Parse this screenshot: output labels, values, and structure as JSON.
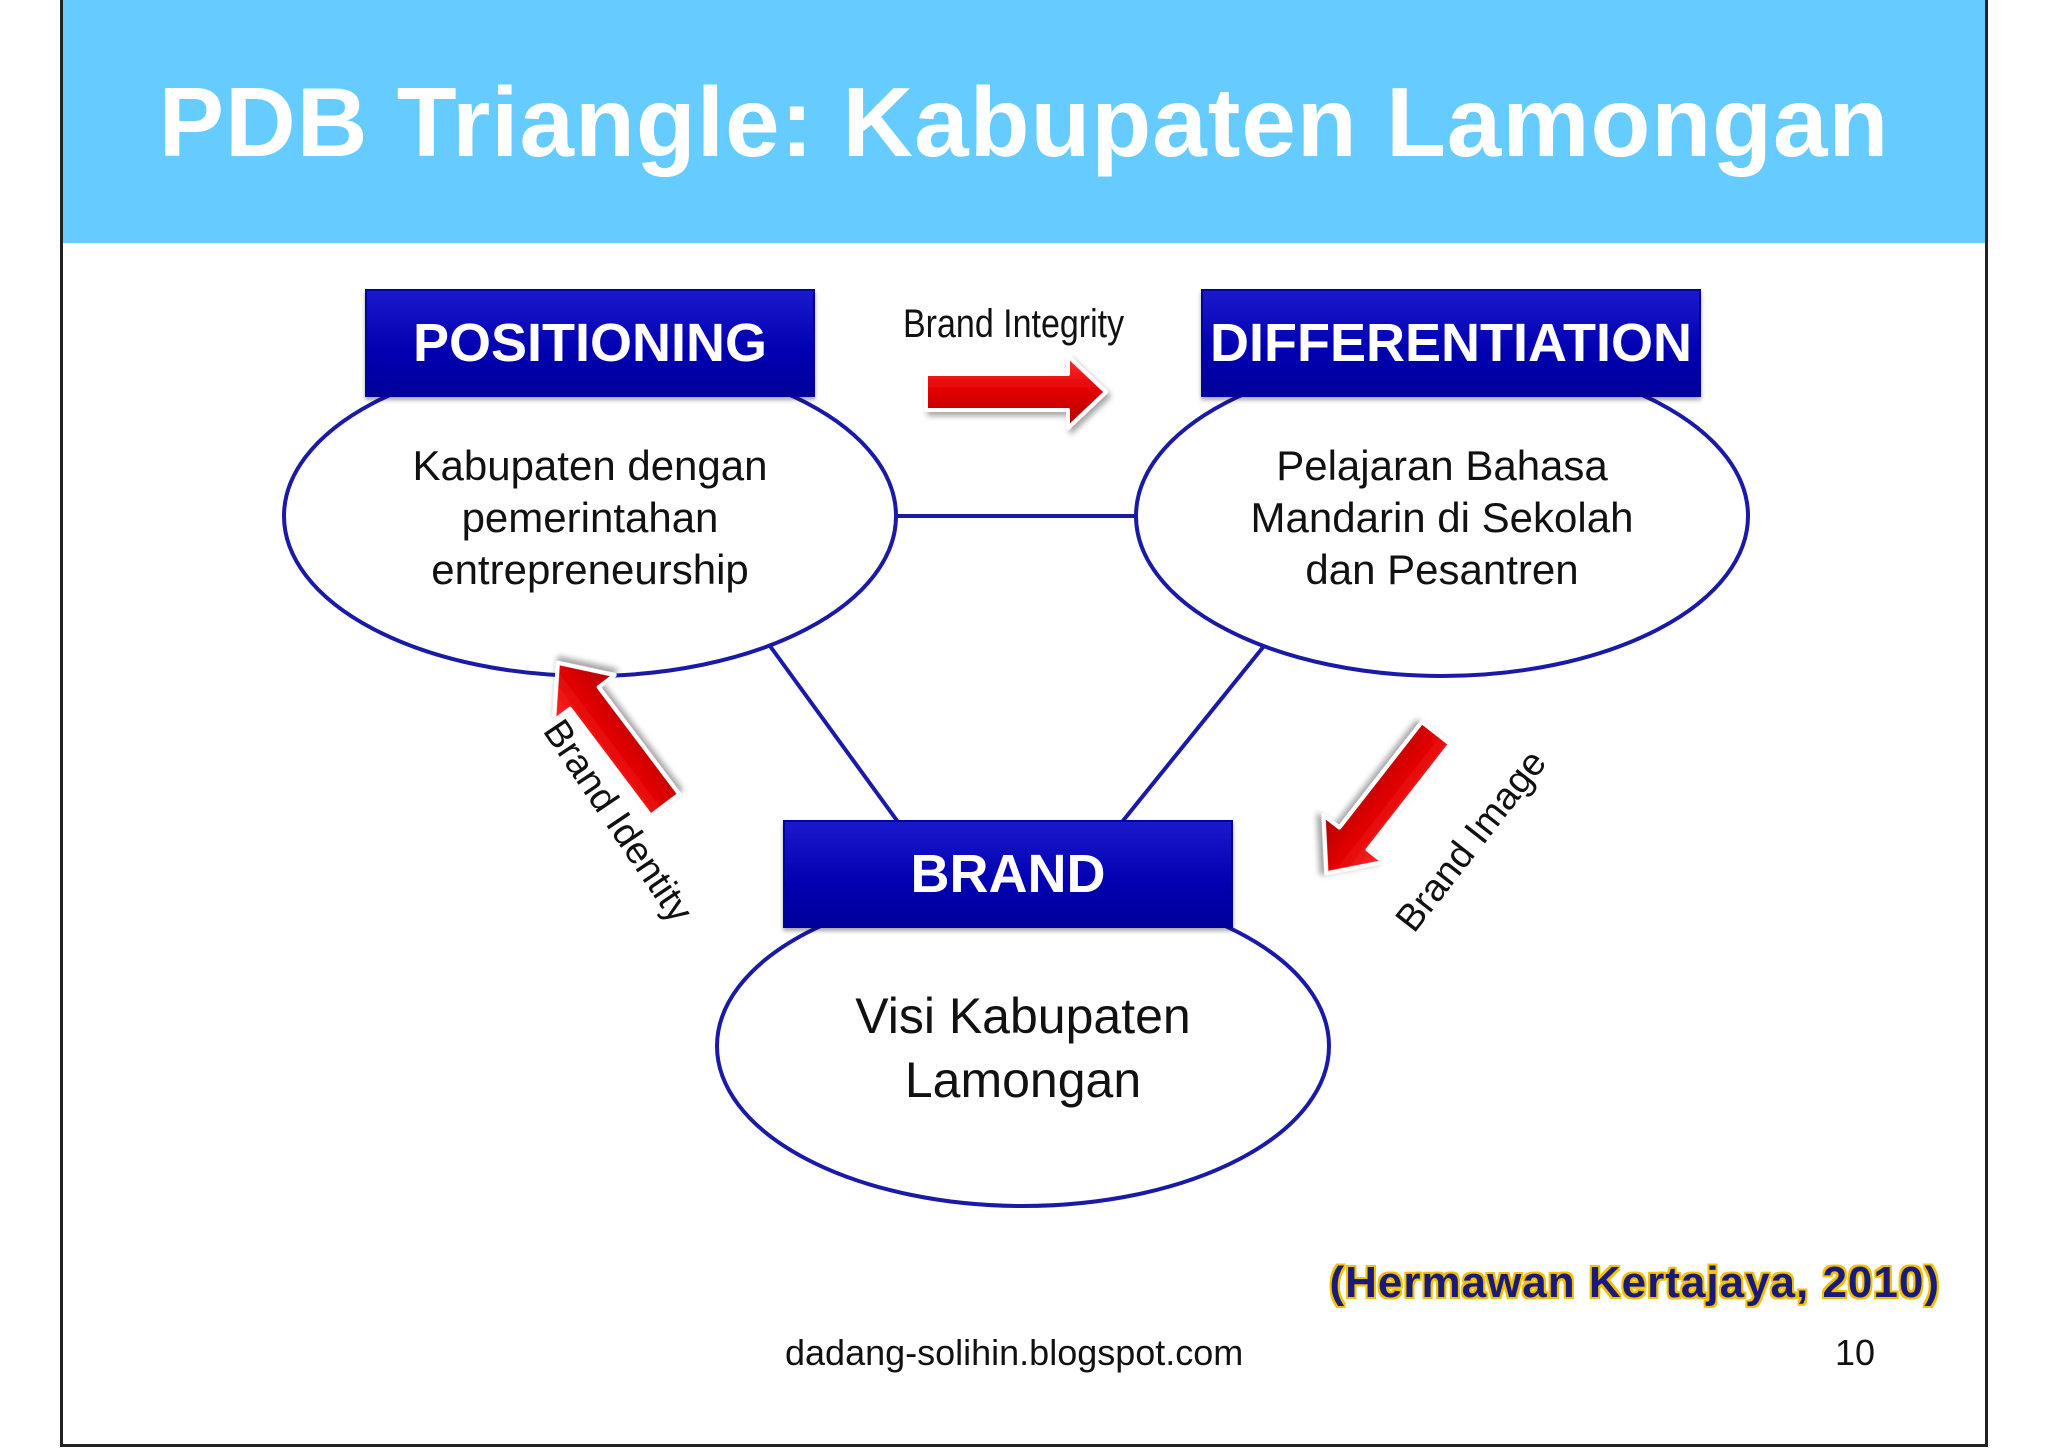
{
  "title": "PDB Triangle: Kabupaten Lamongan",
  "nodes": {
    "positioning": {
      "label": "POSITIONING",
      "lines": [
        "Kabupaten dengan",
        "pemerintahan",
        "entrepreneurship"
      ]
    },
    "differentiation": {
      "label": "DIFFERENTIATION",
      "lines": [
        "Pelajaran Bahasa",
        "Mandarin di Sekolah",
        "dan Pesantren"
      ]
    },
    "brand": {
      "label": "BRAND",
      "lines": [
        "Visi Kabupaten",
        "Lamongan"
      ]
    }
  },
  "arrows": {
    "integrity": "Brand Integrity",
    "identity": "Brand Identity",
    "image": "Brand Image"
  },
  "citation": "(Hermawan Kertajaya, 2010)",
  "footer": {
    "url": "dadang-solihin.blogspot.com",
    "page": "10"
  },
  "colors": {
    "title_bar": "#66ccff",
    "box": "#0000b0",
    "outline": "#1a1aa6",
    "arrow": "#e00000",
    "citation_text": "#1a1a7a",
    "citation_outline": "#f2c200"
  }
}
